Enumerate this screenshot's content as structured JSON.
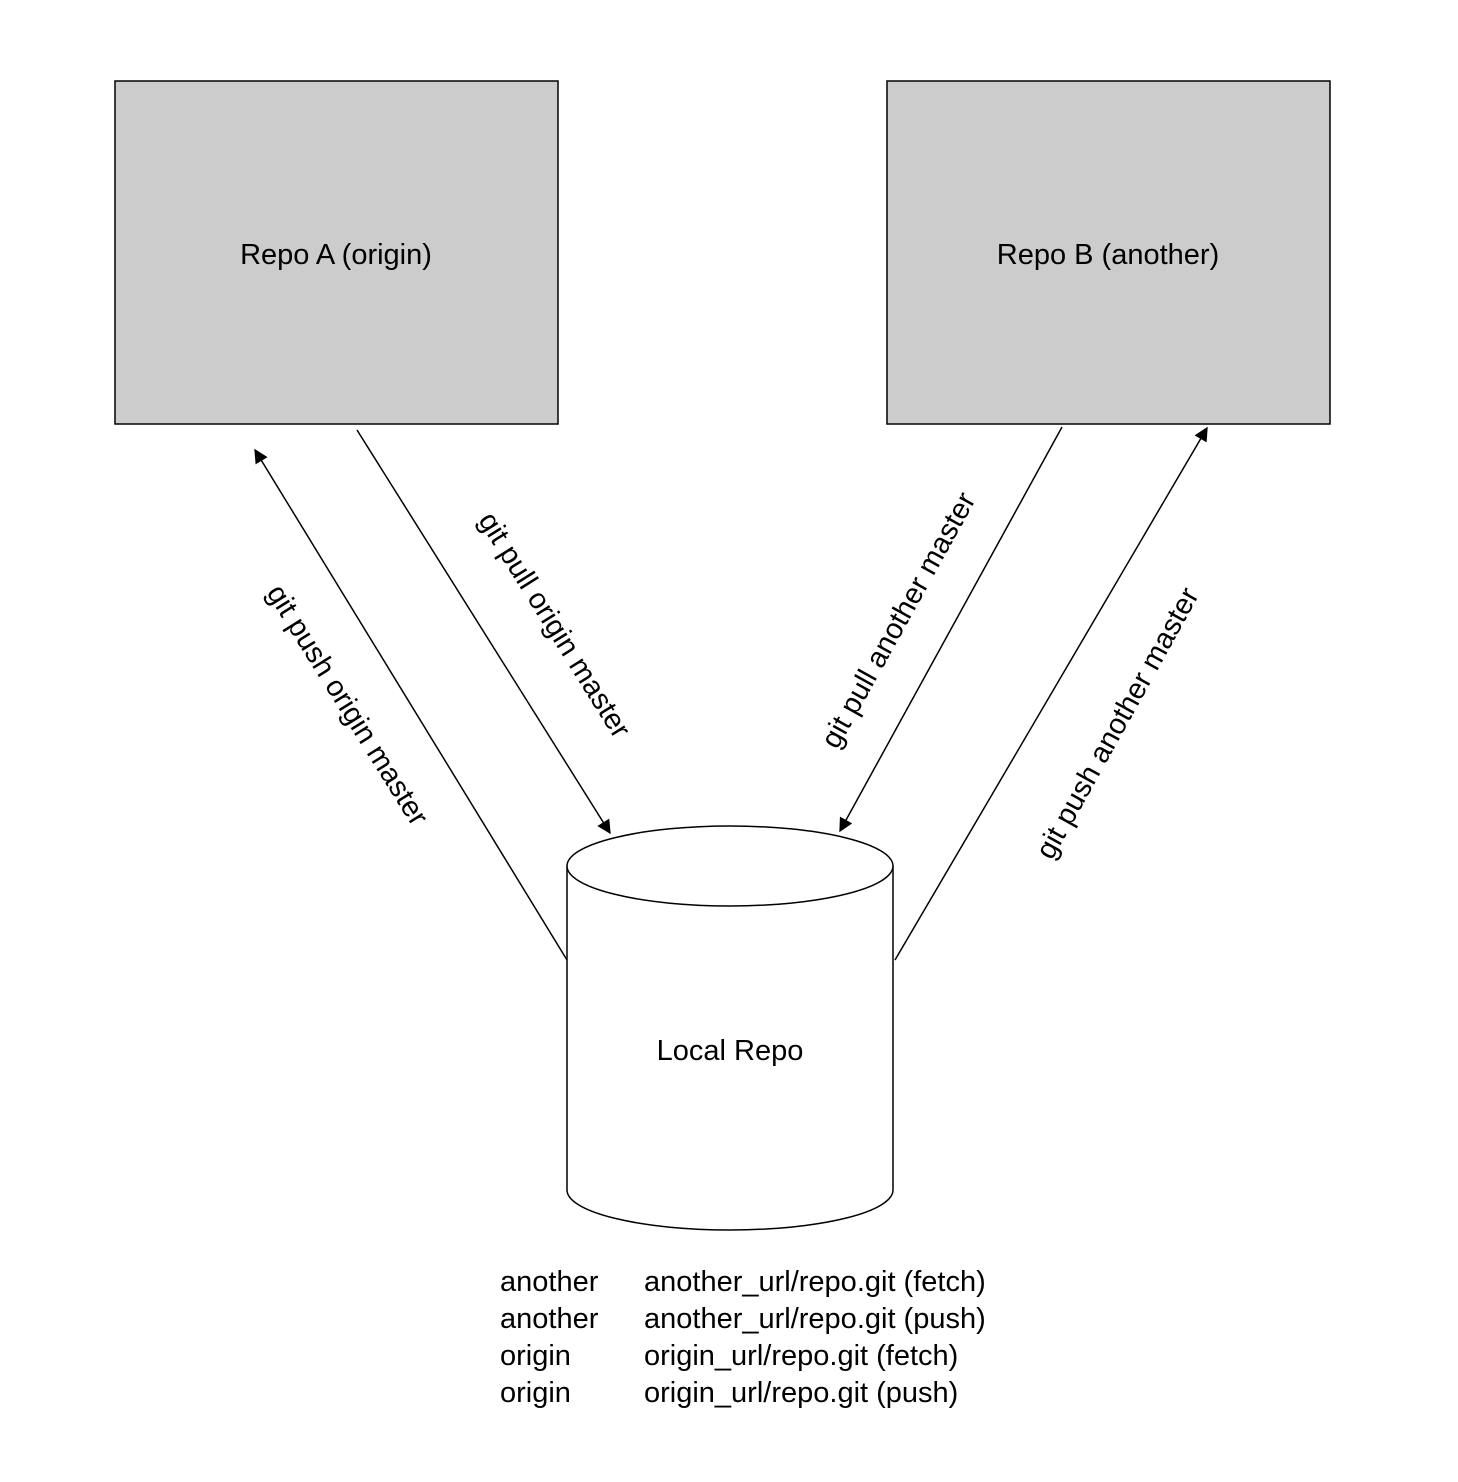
{
  "nodes": {
    "repo_a": "Repo A (origin)",
    "repo_b": "Repo B (another)",
    "local": "Local Repo"
  },
  "edges": {
    "push_origin": "git push origin master",
    "pull_origin": "git pull origin master",
    "pull_another": "git pull another master",
    "push_another": "git push another master"
  },
  "remotes": [
    {
      "name": "another",
      "url": "another_url/repo.git (fetch)"
    },
    {
      "name": "another",
      "url": "another_url/repo.git (push)"
    },
    {
      "name": "origin",
      "url": "origin_url/repo.git (fetch)"
    },
    {
      "name": "origin",
      "url": "origin_url/repo.git (push)"
    }
  ],
  "colors": {
    "box_fill": "#cccccc",
    "stroke": "#000000",
    "cylinder_fill": "#ffffff"
  }
}
